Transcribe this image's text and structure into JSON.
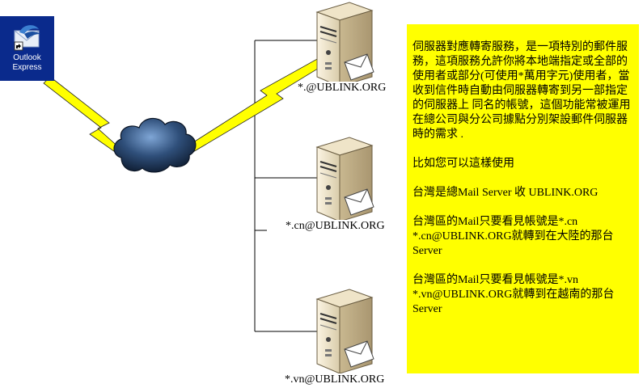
{
  "desktop_icon": {
    "line1": "Outlook",
    "line2": "Express"
  },
  "servers": [
    {
      "label": "*.@UBLINK.ORG"
    },
    {
      "label": "*.cn@UBLINK.ORG"
    },
    {
      "label": "*.vn@UBLINK.ORG"
    }
  ],
  "note": {
    "paragraphs": [
      "伺服器對應轉寄服務，是一項特別的郵件服務，這項服務允許你將本地端指定或全部的使用者或部分(可使用*萬用字元)使用者，當收到信件時自動由伺服器轉寄到另一部指定的伺服器上 同名的帳號，這個功能常被運用在總公司與分公司據點分別架設郵件伺服器時的需求 .",
      "比如您可以這樣使用",
      "台灣是總Mail Server 收 UBLINK.ORG",
      "台灣區的Mail只要看見帳號是*.cn *.cn@UBLINK.ORG就轉到在大陸的那台Server",
      "台灣區的Mail只要看見帳號是*.vn *.vn@UBLINK.ORG就轉到在越南的那台Server"
    ]
  },
  "colors": {
    "lightning": "#ffff00",
    "note_bg": "#ffff00",
    "icon_bg": "#0a2a8c",
    "cloud": "#2f4f7a"
  }
}
